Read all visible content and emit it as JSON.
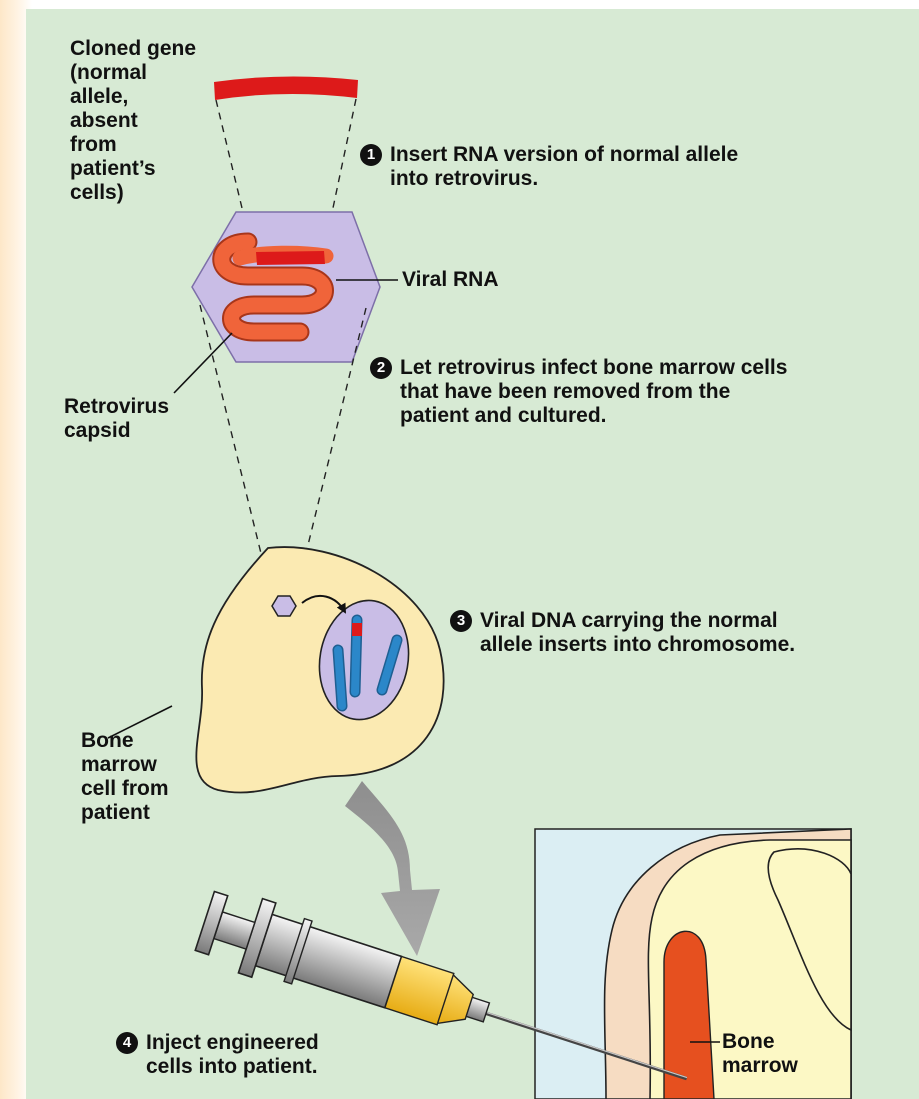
{
  "labels": {
    "cloned_gene": "Cloned gene\n(normal\nallele,\nabsent\nfrom\npatient’s\ncells)",
    "viral_rna": "Viral RNA",
    "retrovirus_capsid": "Retrovirus\ncapsid",
    "bone_marrow_cell": "Bone\nmarrow\ncell from\npatient",
    "bone_marrow": "Bone\nmarrow"
  },
  "steps": [
    {
      "number": "1",
      "text": "Insert RNA version of normal allele\ninto retrovirus."
    },
    {
      "number": "2",
      "text": "Let retrovirus infect bone marrow cells\nthat have been removed from the\npatient and cultured."
    },
    {
      "number": "3",
      "text": "Viral DNA carrying the normal\nallele inserts into chromosome."
    },
    {
      "number": "4",
      "text": "Inject engineered\ncells into patient."
    }
  ],
  "colors": {
    "background": "#d7ead4",
    "gene": "#dd1a1a",
    "viral_rna": "#f0643a",
    "capsid": "#c9bde6",
    "cell": "#fbeab2",
    "nucleus": "#c9bde6",
    "chromosome": "#2b87c9",
    "marrow": "#e6501f",
    "syringe_fluid": "#f7cb3a"
  }
}
